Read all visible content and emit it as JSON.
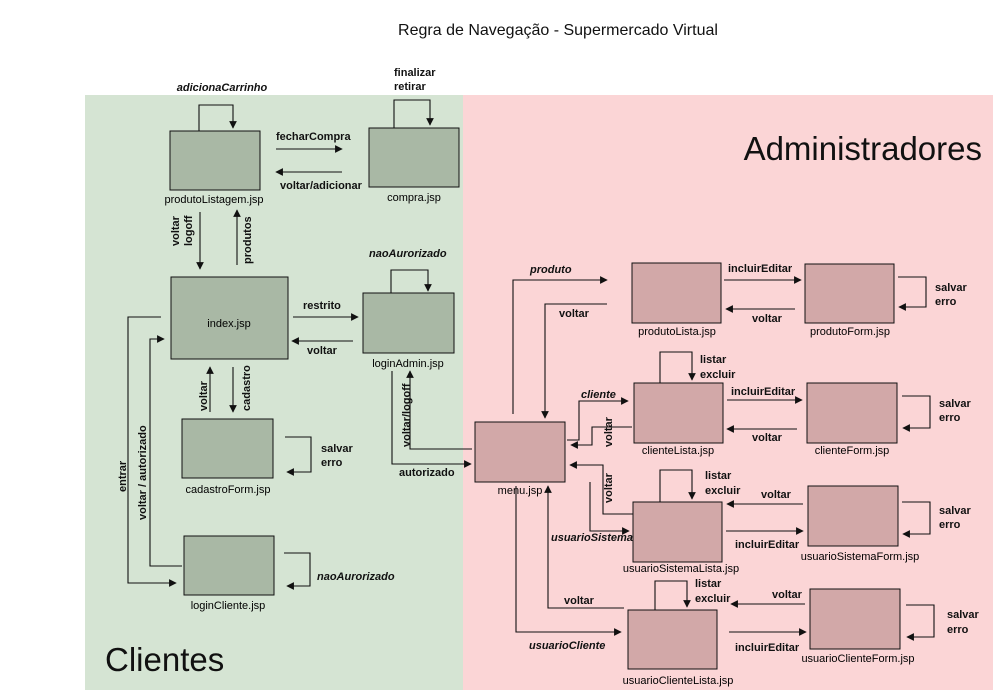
{
  "title": "Regra de Navegação - Supermercado Virtual",
  "colors": {
    "client_region": "#d5e4d3",
    "admin_region": "#fbd5d6",
    "client_node": "#a9b8a5",
    "admin_node": "#d2a8a8",
    "stroke": "#111111"
  },
  "regions": {
    "clients": "Clientes",
    "admins": "Administradores"
  },
  "nodes": {
    "produtoListagem": "produtoListagem.jsp",
    "compra": "compra.jsp",
    "index_label": "index.jsp",
    "loginAdmin": "loginAdmin.jsp",
    "cadastroForm": "cadastroForm.jsp",
    "loginCliente": "loginCliente.jsp",
    "menu": "menu.jsp",
    "produtoLista": "produtoLista.jsp",
    "produtoForm": "produtoForm.jsp",
    "clienteLista": "clienteLista.jsp",
    "clienteForm": "clienteForm.jsp",
    "usuarioSistemaLista": "usuarioSistemaLista.jsp",
    "usuarioSistemaForm": "usuarioSistemaForm.jsp",
    "usuarioClienteLista": "usuarioClienteLista.jsp",
    "usuarioClienteForm": "usuarioClienteForm.jsp"
  },
  "labels": {
    "adicionaCarrinho": "adicionaCarrinho",
    "finalizar": "finalizar",
    "retirar": "retirar",
    "fecharCompra": "fecharCompra",
    "voltarAdicionar": "voltar/adicionar",
    "voltarTop": "voltar",
    "logoff": "logoff",
    "produtos": "produtos",
    "naoAurorizadoAdmin": "naoAurorizado",
    "restrito": "restrito",
    "voltarIndexAdmin": "voltar",
    "voltarCadastro": "voltar",
    "cadastro": "cadastro",
    "salvarCad": "salvar",
    "erroCad": "erro",
    "entrar": "entrar",
    "voltarAutorizado": "voltar / autorizado",
    "naoAurorizadoCliente": "naoAurorizado",
    "voltarLogoff": "voltar/logoff",
    "autorizado": "autorizado",
    "produto": "produto",
    "voltarProduto": "voltar",
    "cliente": "cliente",
    "voltarCliente": "voltar",
    "voltarUsuarioSistema": "voltar",
    "usuarioSistema": "usuarioSistema",
    "voltarUsuarioCliente": "voltar",
    "usuarioCliente": "usuarioCliente",
    "incluirEditarProduto": "incluirEditar",
    "voltarProdutoForm": "voltar",
    "salvarProduto": "salvar",
    "erroProduto": "erro",
    "listarCliente": "listar",
    "excluirCliente": "excluir",
    "incluirEditarCliente": "incluirEditar",
    "voltarClienteForm": "voltar",
    "salvarCliente": "salvar",
    "erroCliente": "erro",
    "listarUS": "listar",
    "excluirUS": "excluir",
    "voltarUSForm": "voltar",
    "incluirEditarUS": "incluirEditar",
    "salvarUS": "salvar",
    "erroUS": "erro",
    "listarUC": "listar",
    "excluirUC": "excluir",
    "voltarUCForm": "voltar",
    "incluirEditarUC": "incluirEditar",
    "salvarUC": "salvar",
    "erroUC": "erro"
  }
}
